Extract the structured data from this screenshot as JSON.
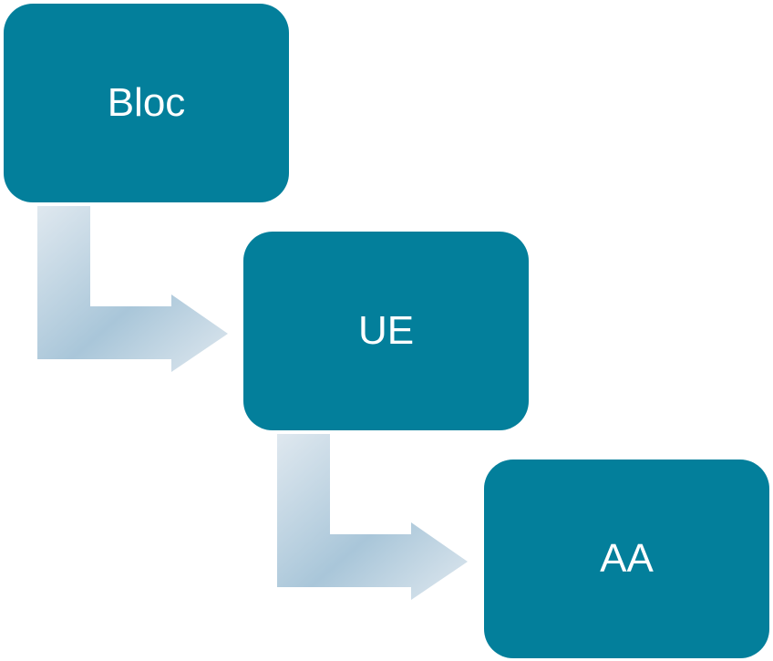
{
  "diagram": {
    "colors": {
      "box_fill": "#037f9b",
      "box_text": "#ffffff",
      "arrow_light": "#dfe8ef",
      "arrow_mid": "#a9c6d9"
    },
    "nodes": [
      {
        "label": "Bloc"
      },
      {
        "label": "UE"
      },
      {
        "label": "AA"
      }
    ],
    "connectors": [
      {
        "from": "Bloc",
        "to": "UE",
        "shape": "bent-down-right-arrow"
      },
      {
        "from": "UE",
        "to": "AA",
        "shape": "bent-down-right-arrow"
      }
    ]
  }
}
